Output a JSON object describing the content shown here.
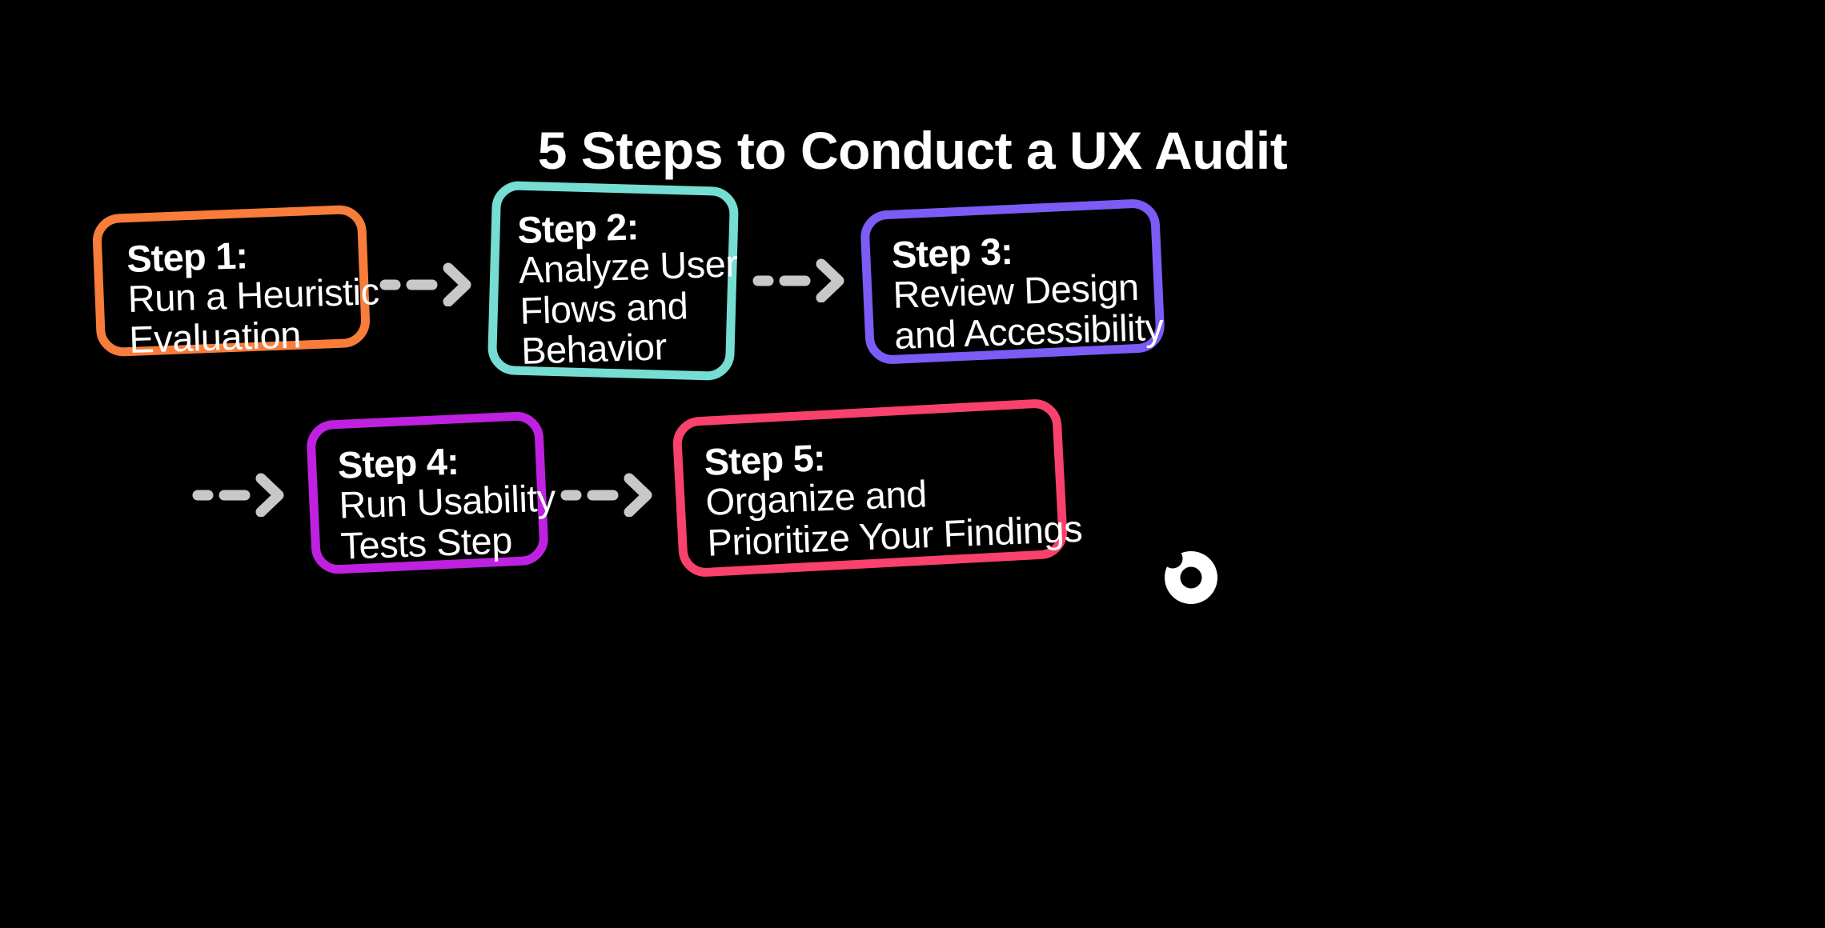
{
  "page": {
    "background_color": "#000000",
    "title": "5 Steps to Conduct a UX Audit",
    "title_color": "#ffffff"
  },
  "steps": [
    {
      "id": "step-1",
      "lead": "Step 1:",
      "description": "Run a Heuristic Evaluation",
      "description_lines": [
        "Run a Heuristic",
        "Evaluation"
      ],
      "border_color": "#f87c3a",
      "color_name": "orange"
    },
    {
      "id": "step-2",
      "lead": "Step 2:",
      "description": "Analyze User Flows and Behavior",
      "description_lines": [
        "Analyze User",
        "Flows and",
        "Behavior"
      ],
      "border_color": "#76ddd2",
      "color_name": "teal"
    },
    {
      "id": "step-3",
      "lead": "Step 3:",
      "description": "Review Design and Accessibility",
      "description_lines": [
        "Review Design",
        "and Accessibility"
      ],
      "border_color": "#7b5cf5",
      "color_name": "violet"
    },
    {
      "id": "step-4",
      "lead": "Step 4:",
      "description": "Run Usability Tests Step",
      "description_lines": [
        "Run Usability",
        "Tests Step"
      ],
      "border_color": "#be21e0",
      "color_name": "magenta"
    },
    {
      "id": "step-5",
      "lead": "Step 5:",
      "description": "Organize and Prioritize Your Findings",
      "description_lines": [
        "Organize and",
        "Prioritize Your Findings"
      ],
      "border_color": "#f8416c",
      "color_name": "pink"
    }
  ],
  "connectors": [
    {
      "id": "connector-1-2",
      "icon": "dashed-arrow-right-icon",
      "color": "#c8c8c8"
    },
    {
      "id": "connector-2-3",
      "icon": "dashed-arrow-right-icon",
      "color": "#c8c8c8"
    },
    {
      "id": "connector-3-4",
      "icon": "dashed-arrow-right-icon",
      "color": "#c8c8c8"
    },
    {
      "id": "connector-4-5",
      "icon": "dashed-arrow-right-icon",
      "color": "#c8c8c8"
    }
  ],
  "logo": {
    "icon": "bitten-donut-logo-icon",
    "color": "#ffffff"
  }
}
